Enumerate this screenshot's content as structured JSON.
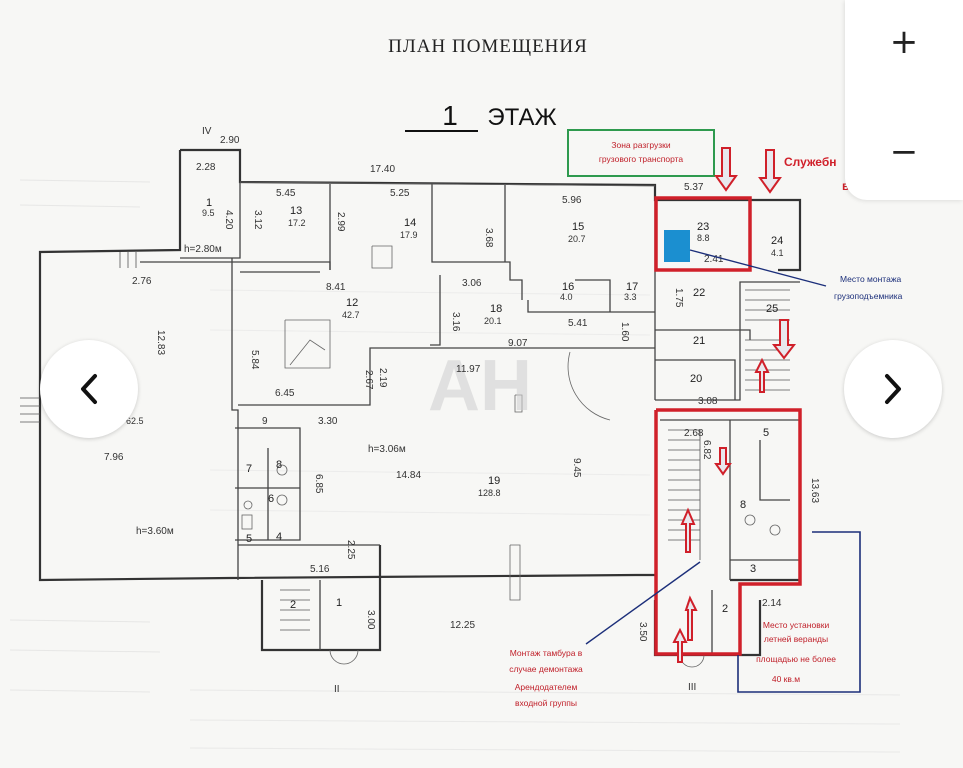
{
  "plan": {
    "title": "ПЛАН ПОМЕЩЕНИЯ",
    "floor_number": "1",
    "floor_label": "ЭТАЖ",
    "watermark": "АН",
    "dims": {
      "d_290": "2.90",
      "d_228": "2.28",
      "d_1740": "17.40",
      "d_545": "5.45",
      "d_525": "5.25",
      "d_596": "5.96",
      "d_537": "5.37",
      "d_276": "2.76",
      "d_1283": "12.83",
      "d_841": "8.41",
      "d_584": "5.84",
      "d_645": "6.45",
      "d_312": "3.12",
      "d_420": "4.20",
      "d_299": "2.99",
      "d_368": "3.68",
      "d_306": "3.06",
      "d_316": "3.16",
      "d_541": "5.41",
      "d_160": "1.60",
      "d_907": "9.07",
      "d_1197": "11.97",
      "d_267": "2.67",
      "d_219": "2.19",
      "d_330": "3.30",
      "d_9": "9",
      "d_685": "6.85",
      "d_1484": "14.84",
      "d_945": "9.45",
      "d_796": "7.96",
      "d_516": "5.16",
      "d_225": "2.25",
      "d_300": "3.00",
      "d_1225": "12.25",
      "d_350": "3.50",
      "d_268": "2.68",
      "d_682": "6.82",
      "d_308": "3.08",
      "d_1363": "13.63",
      "d_214": "2.14",
      "d_241": "2.41",
      "d_175": "1.75"
    },
    "heights": {
      "h1": "h=2.80м",
      "h2": "h=3.06м",
      "h3": "h=3.60м"
    },
    "rooms": {
      "r1": {
        "num": "1",
        "area": "9.5"
      },
      "r13": {
        "num": "13",
        "area": "17.2"
      },
      "r14": {
        "num": "14",
        "area": "17.9"
      },
      "r15": {
        "num": "15",
        "area": "20.7"
      },
      "r23": {
        "num": "23",
        "area": "8.8"
      },
      "r24": {
        "num": "24",
        "area": "4.1"
      },
      "r12": {
        "num": "12",
        "area": "42.7"
      },
      "r16": {
        "num": "16",
        "area": "4.0"
      },
      "r17": {
        "num": "17",
        "area": "3.3"
      },
      "r18": {
        "num": "18",
        "area": "20.1"
      },
      "r22": {
        "num": "22"
      },
      "r25": {
        "num": "25"
      },
      "r21": {
        "num": "21"
      },
      "r20": {
        "num": "20"
      },
      "r19": {
        "num": "19",
        "area": "128.8"
      },
      "r10": {
        "area": "62.5"
      },
      "r7": {
        "num": "7"
      },
      "r8": {
        "num": "8"
      },
      "r6": {
        "num": "6"
      },
      "r5": {
        "num": "5"
      },
      "r4": {
        "num": "4"
      },
      "r2": {
        "num": "2"
      },
      "r1b": {
        "num": "1"
      },
      "s5": {
        "num": "5"
      },
      "s8": {
        "num": "8"
      },
      "s3": {
        "num": "3"
      },
      "s2": {
        "num": "2"
      }
    },
    "axes": {
      "iv": "IV",
      "ii": "II",
      "iii": "III"
    },
    "annotations": {
      "unload_zone_l1": "Зона разгрузки",
      "unload_zone_l2": "грузового транспорта",
      "service_entrance": "Служебн",
      "service_entrance_2": "вх",
      "lift_mount_l1": "Место монтажа",
      "lift_mount_l2": "грузоподъемника",
      "tambour_l1": "Монтаж тамбура в",
      "tambour_l2": "случае демонтажа",
      "tambour_l3": "Арендодателем",
      "tambour_l4": "входной группы",
      "veranda_l1": "Место установки",
      "veranda_l2": "летней веранды",
      "veranda_l3": "площадью не более",
      "veranda_l4": "40 кв.м"
    },
    "colors": {
      "red": "#d0202a",
      "green": "#2e9a4e",
      "blue": "#1c2f7a",
      "cyan": "#1b8fd0"
    }
  },
  "controls": {
    "zoom_in": "+",
    "zoom_out": "−",
    "prev_icon": "chevron-left-icon",
    "next_icon": "chevron-right-icon"
  }
}
